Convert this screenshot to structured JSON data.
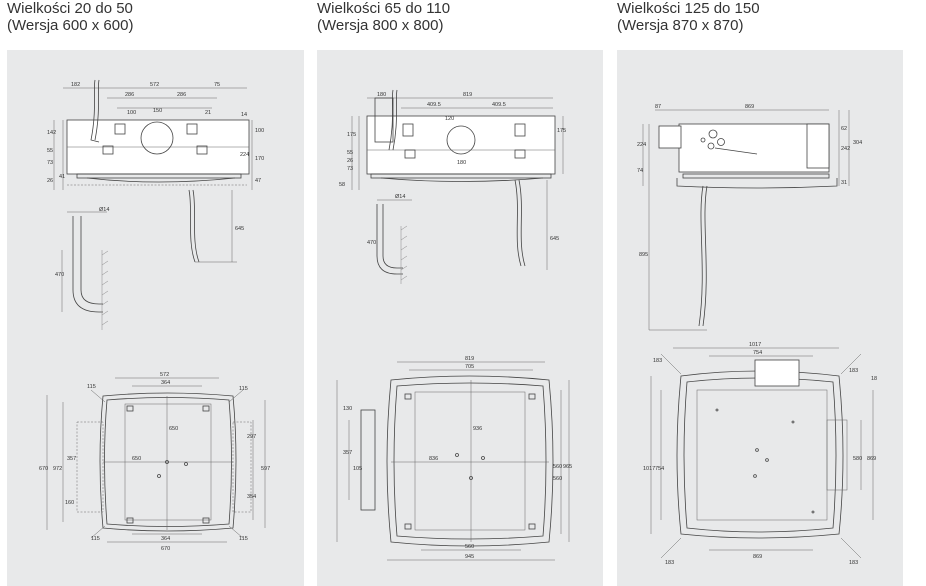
{
  "variants": [
    {
      "title": "Wielkości 20 do 50",
      "subtitle": "(Wersja 600 x 600)",
      "side_dims": [
        "182",
        "572",
        "75",
        "286",
        "286",
        "100",
        "150",
        "21",
        "142",
        "55",
        "73",
        "26",
        "41",
        "14",
        "100",
        "224",
        "170",
        "47",
        "Ø14",
        "645",
        "470"
      ],
      "top_dims": [
        "572",
        "364",
        "650",
        "650",
        "297",
        "597",
        "670",
        "357",
        "972",
        "160",
        "354",
        "364",
        "670",
        "115",
        "115",
        "115",
        "115"
      ]
    },
    {
      "title": "Wielkości 65 do 110",
      "subtitle": "(Wersja 800 x 800)",
      "side_dims": [
        "180",
        "819",
        "409.5",
        "409.5",
        "120",
        "175",
        "58",
        "26",
        "73",
        "55",
        "175",
        "180",
        "Ø14",
        "470",
        "645"
      ],
      "top_dims": [
        "819",
        "705",
        "936",
        "836",
        "560",
        "965",
        "357",
        "105",
        "560",
        "560",
        "945",
        "130"
      ]
    },
    {
      "title": "Wielkości 125 do 150",
      "subtitle": "(Wersja 870 x 870)",
      "side_dims": [
        "87",
        "869",
        "224",
        "74",
        "62",
        "242",
        "304",
        "31",
        "895"
      ],
      "top_dims": [
        "1017",
        "754",
        "183",
        "183",
        "183",
        "183",
        "18",
        "1017",
        "754",
        "580",
        "869",
        "869"
      ]
    }
  ]
}
